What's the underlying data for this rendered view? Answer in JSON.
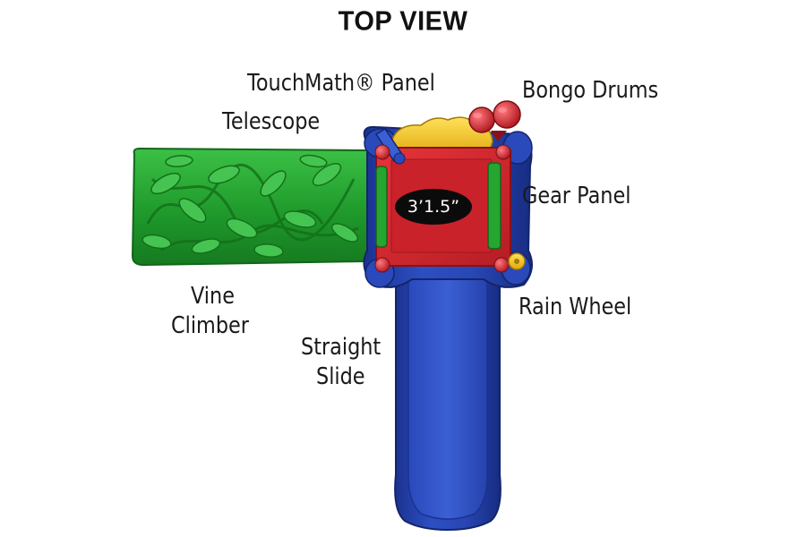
{
  "title": "TOP VIEW",
  "labels": {
    "touchmath_panel": "TouchMath® Panel",
    "telescope": "Telescope",
    "bongo_drums": "Bongo Drums",
    "gear_panel": "Gear Panel",
    "rain_wheel": "Rain Wheel",
    "vine_climber": [
      "Vine",
      "Climber"
    ],
    "straight_slide": [
      "Straight",
      "Slide"
    ]
  },
  "dimension": "3’1.5”",
  "colors": {
    "green": "#1f9a2b",
    "blue": "#233fa6",
    "red": "#d2282f",
    "yellow": "#f1c21b",
    "black": "#000000"
  }
}
